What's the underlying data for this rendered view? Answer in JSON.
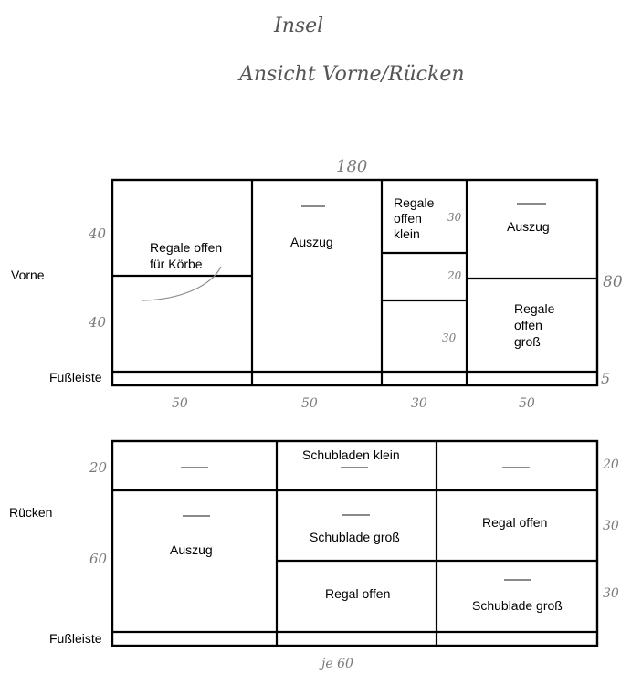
{
  "title": {
    "line1": "Insel",
    "line2": "Ansicht Vorne/Rücken"
  },
  "vorne": {
    "side_label": "Vorne",
    "width_total": "180",
    "heights_left": [
      "40",
      "40"
    ],
    "right_height": "80",
    "footer_height": "5",
    "column_widths": [
      "50",
      "50",
      "30",
      "50"
    ],
    "baseboard_label": "Fußleiste",
    "col1_label": "Regale offen\nfür Körbe",
    "col2_label": "Auszug",
    "col3_label": "Regale\noffen\nklein",
    "col3_dims": [
      "30",
      "20",
      "30"
    ],
    "col4_top_label": "Auszug",
    "col4_bottom_label": "Regale\noffen\ngroß"
  },
  "ruecken": {
    "side_label": "Rücken",
    "heights_left": [
      "20",
      "60"
    ],
    "heights_right": [
      "20",
      "30",
      "30"
    ],
    "baseboard_label": "Fußleiste",
    "footer_note": "je 60",
    "col1_label": "Auszug",
    "col2_top_label": "Schubladen klein",
    "col2_mid_label": "Schublade groß",
    "col2_bottom_label": "Regal offen",
    "col3_mid_label": "Regal offen",
    "col3_bottom_label": "Schublade groß"
  }
}
